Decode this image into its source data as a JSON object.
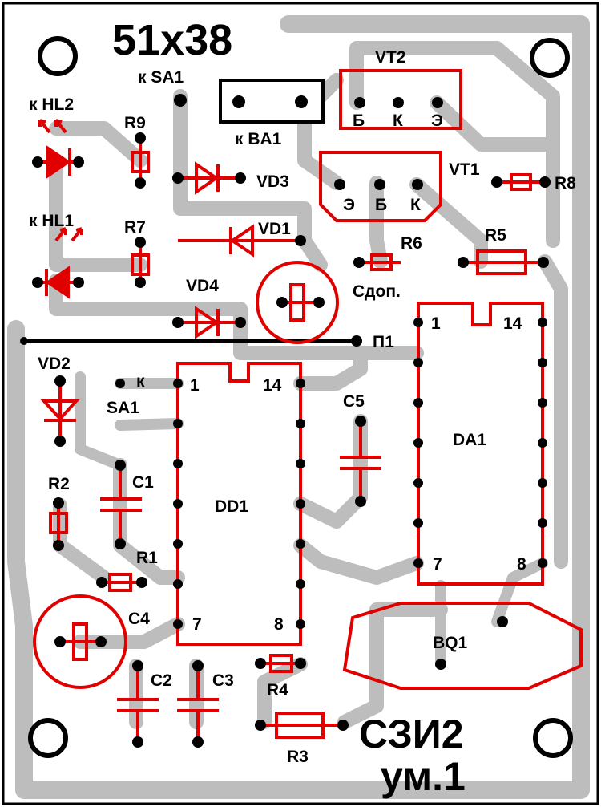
{
  "board": {
    "size_label": "51x38",
    "name": "СЗИ2",
    "revision": "ум.1"
  },
  "labels": {
    "ksa1_top": "к SA1",
    "khl2": "к HL2",
    "khl1": "к HL1",
    "kba1": "к BA1",
    "ksa1_mid_k": "к",
    "ksa1_mid": "SA1",
    "r9": "R9",
    "r7": "R7",
    "r8": "R8",
    "r6": "R6",
    "r5": "R5",
    "r2": "R2",
    "r1": "R1",
    "r4": "R4",
    "r3": "R3",
    "vd1": "VD1",
    "vd2": "VD2",
    "vd3": "VD3",
    "vd4": "VD4",
    "vt1": "VT1",
    "vt2": "VT2",
    "vt2_b": "Б",
    "vt2_k": "К",
    "vt2_e": "Э",
    "vt1_e": "Э",
    "vt1_b": "Б",
    "vt1_k": "К",
    "cdop": "Сдоп.",
    "c1": "C1",
    "c2": "C2",
    "c3": "C3",
    "c4": "C4",
    "c5": "C5",
    "p1": "П1",
    "dd1": "DD1",
    "da1": "DA1",
    "bq1": "BQ1",
    "dd1_pin1": "1",
    "dd1_pin14": "14",
    "dd1_pin7": "7",
    "dd1_pin8": "8",
    "da1_pin1": "1",
    "da1_pin14": "14",
    "da1_pin7": "7",
    "da1_pin8": "8"
  },
  "colors": {
    "component": "#e00000",
    "trace": "#bdbdbd",
    "pad": "#000000"
  }
}
